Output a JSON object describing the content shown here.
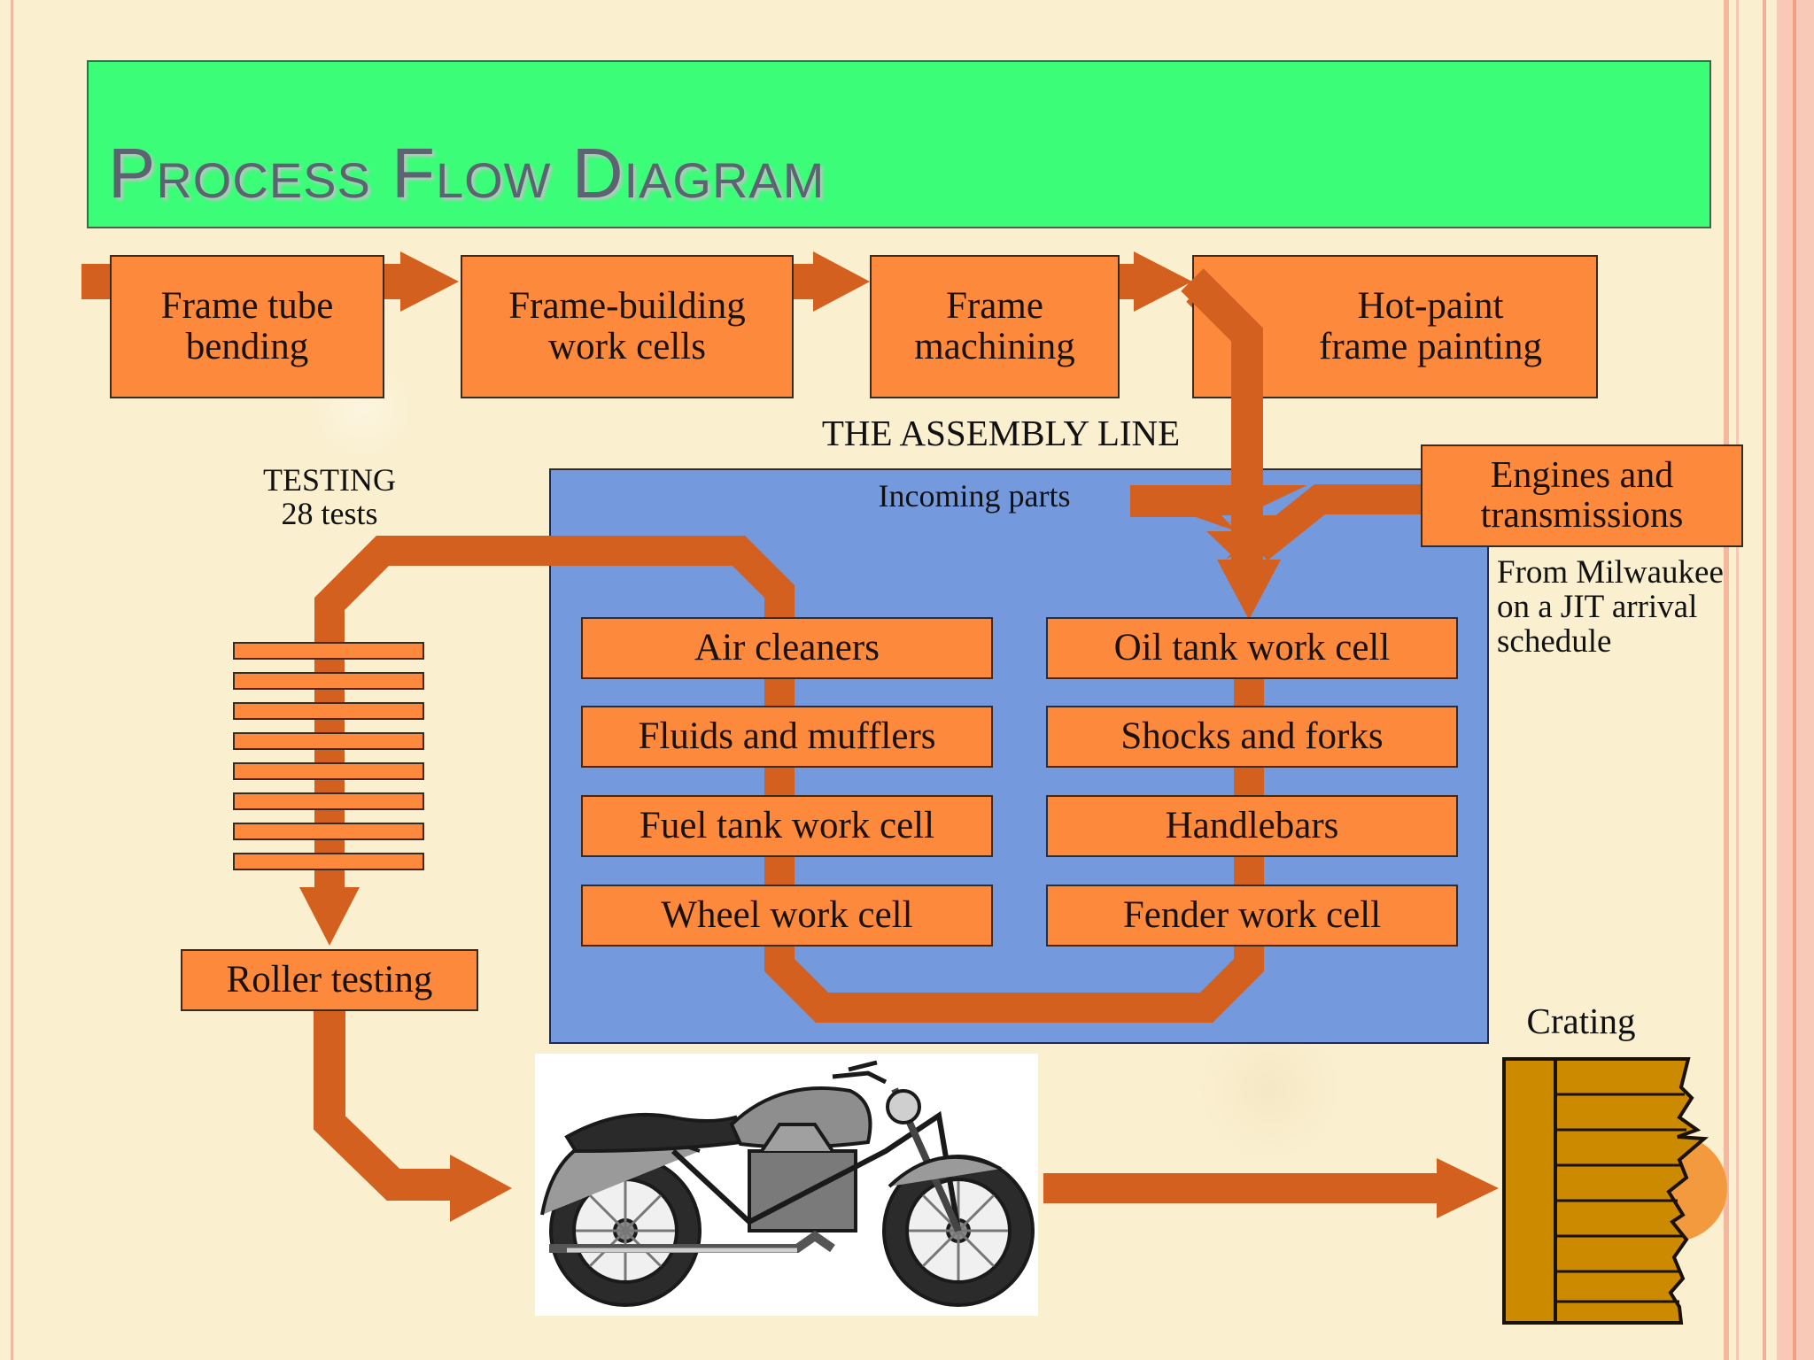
{
  "title": "Process Flow Diagram",
  "top_row": [
    {
      "label": "Frame tube\nbending"
    },
    {
      "label": "Frame-building\nwork cells"
    },
    {
      "label": "Frame\nmachining"
    },
    {
      "label": "Hot-paint\nframe painting"
    }
  ],
  "assembly_line_label": "THE ASSEMBLY LINE",
  "incoming_parts_label": "Incoming parts",
  "engines_label": "Engines and\ntransmissions",
  "milwaukee_note": "From Milwaukee\non a JIT arrival\nschedule",
  "testing_label": "TESTING\n28 tests",
  "work_cells_left": [
    "Air cleaners",
    "Fluids and mufflers",
    "Fuel tank work cell",
    "Wheel work cell"
  ],
  "work_cells_right": [
    "Oil tank work cell",
    "Shocks and forks",
    "Handlebars",
    "Fender work cell"
  ],
  "roller_testing_label": "Roller testing",
  "crating_label": "Crating",
  "colors": {
    "banner": "#3bfd78",
    "box_fill": "#fd8a3c",
    "arrow": "#d4601f",
    "assembly_bg": "#7499dc",
    "crate": "#cc8a00",
    "background": "#faefcf"
  },
  "icons": [
    "motorcycle-image",
    "crate-icon"
  ]
}
